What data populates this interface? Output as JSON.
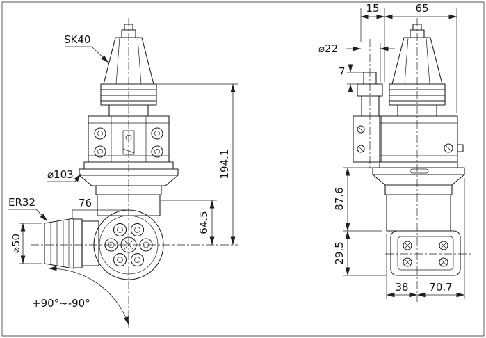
{
  "drawing": {
    "background": "#ffffff",
    "line_color": "#1f1f1f"
  },
  "front_view": {
    "labels": {
      "taper": "SK40",
      "flange_diameter": "⌀103",
      "gauge_width": "76",
      "collet": "ER32",
      "collet_diameter": "⌀50",
      "swivel_range": "+90°~-90°",
      "overall_height": "194.1",
      "flange_to_center": "64.5"
    }
  },
  "side_view": {
    "labels": {
      "pin_offset": "15",
      "top_width": "65",
      "pin_diameter": "⌀22",
      "pin_step": "7",
      "body_height": "87.6",
      "head_height": "29.5",
      "center_offset": "38",
      "head_width": "70.7"
    }
  }
}
